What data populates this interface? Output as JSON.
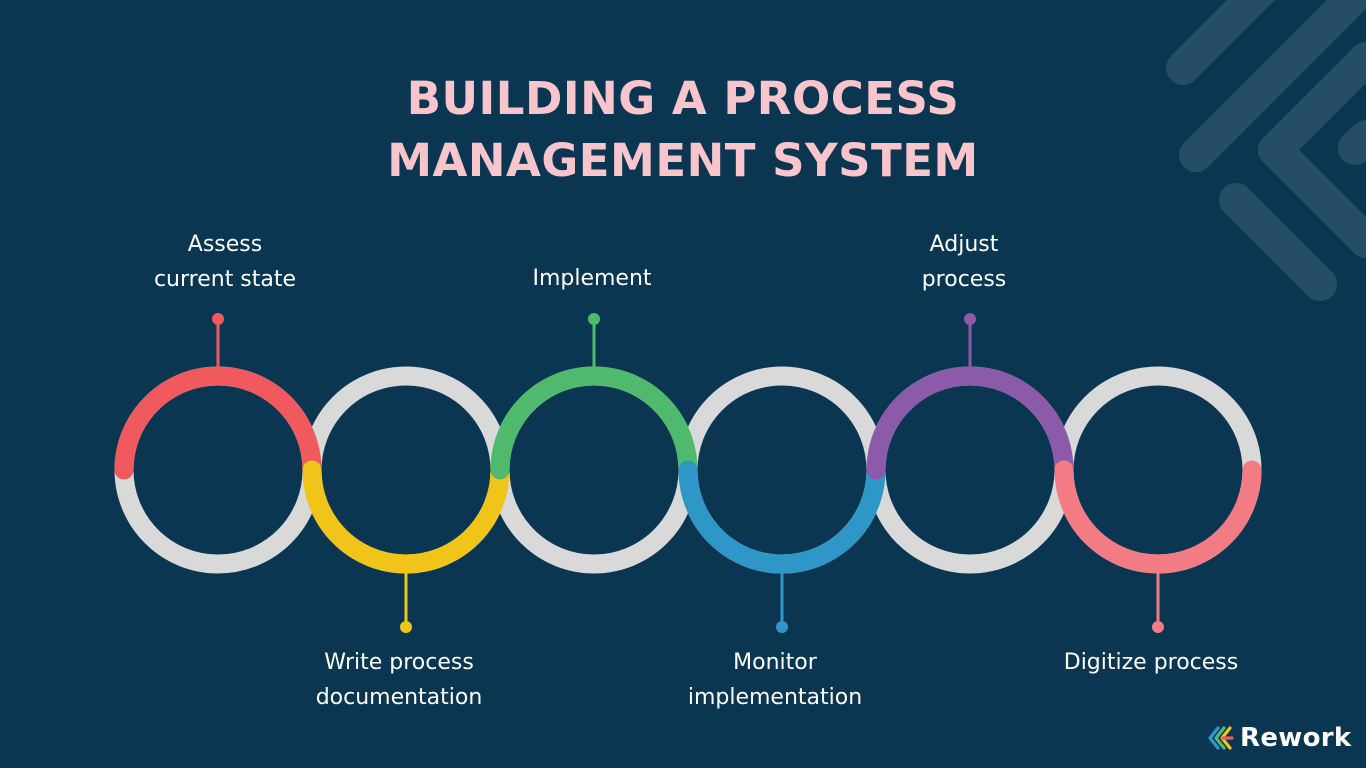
{
  "title": {
    "line1": "BUILDING A PROCESS",
    "line2": "MANAGEMENT SYSTEM"
  },
  "steps": [
    {
      "line1": "Assess",
      "line2": "current state",
      "color": "#f05a5f"
    },
    {
      "line1": "Write process",
      "line2": "documentation",
      "color": "#f0c419"
    },
    {
      "line1": "Implement",
      "line2": "",
      "color": "#4fb96e"
    },
    {
      "line1": "Monitor",
      "line2": "implementation",
      "color": "#2f97c7"
    },
    {
      "line1": "Adjust",
      "line2": "process",
      "color": "#8b5aa8"
    },
    {
      "line1": "Digitize process",
      "line2": "",
      "color": "#f37b84"
    }
  ],
  "colors": {
    "background": "#0b3651",
    "title": "#f9c5cc",
    "ring_base": "#d9d9d9",
    "label": "#ffffff"
  },
  "brand": {
    "name": "Rework",
    "icon": "rework-logo-icon"
  }
}
